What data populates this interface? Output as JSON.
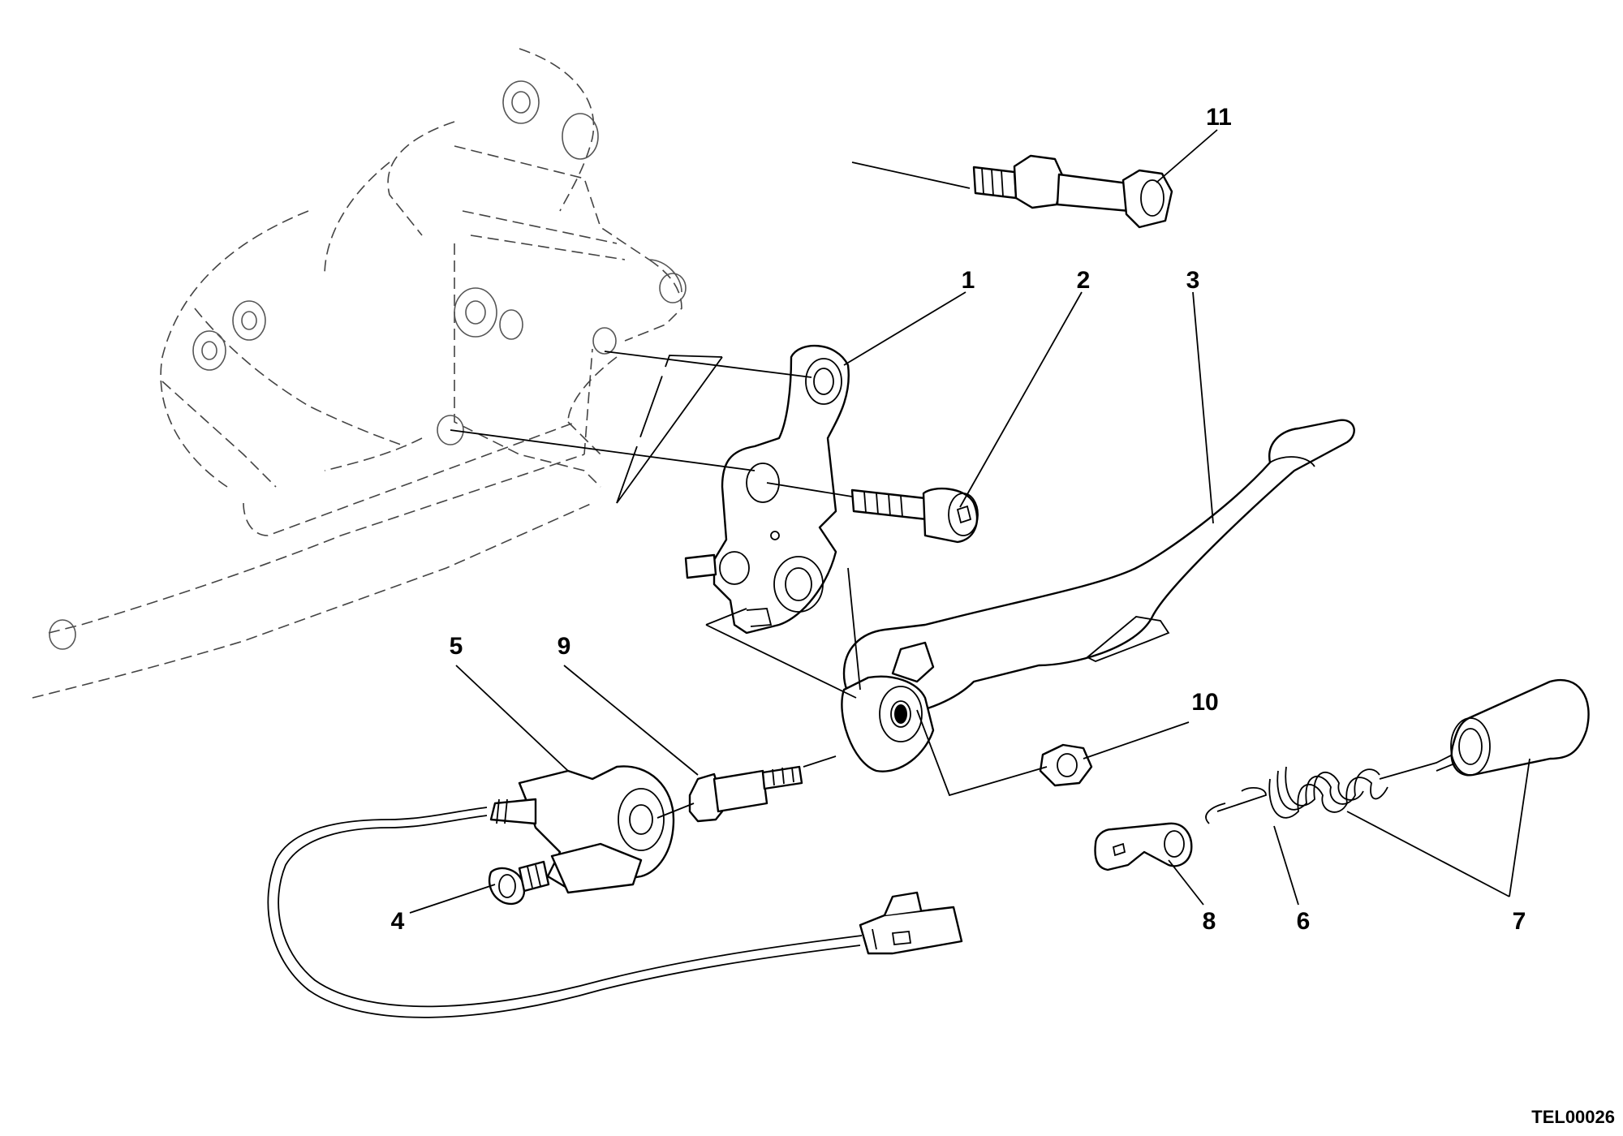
{
  "diagram": {
    "drawing_code": "TEL00026",
    "callouts": [
      {
        "id": "11",
        "label": "11"
      },
      {
        "id": "1",
        "label": "1"
      },
      {
        "id": "2",
        "label": "2"
      },
      {
        "id": "3",
        "label": "3"
      },
      {
        "id": "5",
        "label": "5"
      },
      {
        "id": "9",
        "label": "9"
      },
      {
        "id": "10",
        "label": "10"
      },
      {
        "id": "4",
        "label": "4"
      },
      {
        "id": "8",
        "label": "8"
      },
      {
        "id": "6",
        "label": "6"
      },
      {
        "id": "7",
        "label": "7"
      }
    ]
  }
}
